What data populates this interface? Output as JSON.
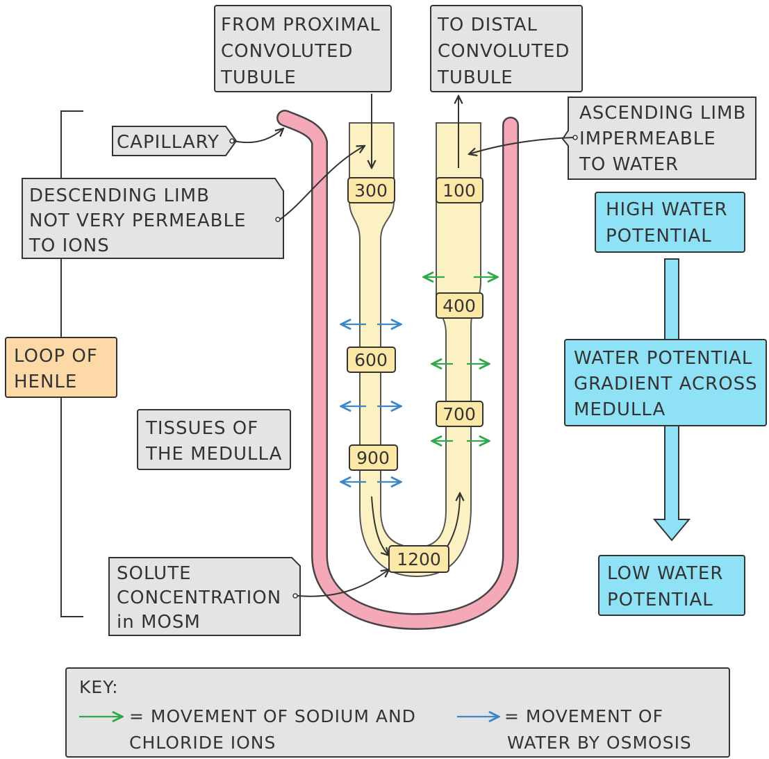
{
  "labels": {
    "from_pct": [
      "FROM PROXIMAL",
      "CONVOLUTED",
      "TUBULE"
    ],
    "to_dct": [
      "TO DISTAL",
      "CONVOLUTED",
      "TUBULE"
    ],
    "capillary": "CAPILLARY",
    "ascending": [
      "ASCENDING LIMB",
      "IMPERMEABLE",
      "TO WATER"
    ],
    "descending": [
      "DESCENDING LIMB",
      "NOT VERY PERMEABLE",
      "TO IONS"
    ],
    "high_wp": [
      "HIGH WATER",
      "POTENTIAL"
    ],
    "loop": [
      "LOOP OF",
      "HENLE"
    ],
    "gradient": [
      "WATER POTENTIAL",
      "GRADIENT ACROSS",
      "MEDULLA"
    ],
    "tissues": [
      "TISSUES OF",
      "THE MEDULLA"
    ],
    "solute": [
      "SOLUTE",
      "CONCENTRATION",
      "in MOSM"
    ],
    "low_wp": [
      "LOW WATER",
      "POTENTIAL"
    ]
  },
  "concentrations": {
    "d300": "300",
    "a100": "100",
    "a400": "400",
    "d600": "600",
    "a700": "700",
    "d900": "900",
    "b1200": "1200"
  },
  "key": {
    "title": "KEY:",
    "green_label": [
      "= MOVEMENT OF SODIUM AND",
      "CHLORIDE IONS"
    ],
    "blue_label": [
      "= MOVEMENT OF",
      "WATER BY OSMOSIS"
    ]
  },
  "colors": {
    "ion_arrow": "#2fa84a",
    "water_arrow": "#3b87c8",
    "capillary": "#f5a9b8",
    "tubule": "#fbf1c2",
    "info_box": "#8fe2f5",
    "loop_box": "#fdd9a8"
  }
}
